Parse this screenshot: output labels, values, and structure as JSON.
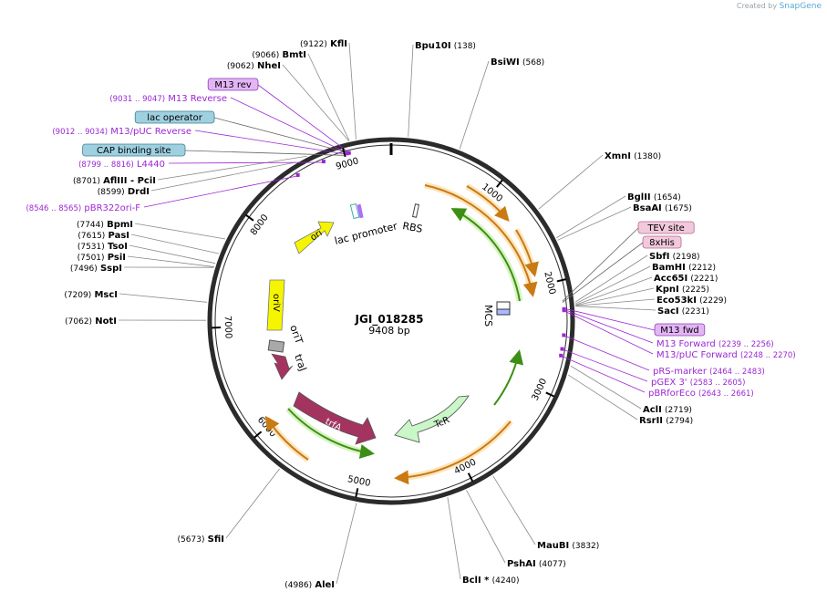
{
  "credit": {
    "prefix": "Created by",
    "brand": "SnapGene"
  },
  "plasmid": {
    "name": "JGI_018285",
    "size_label": "9408 bp",
    "total_bp": 9408
  },
  "ticks": [
    {
      "bp": 1000,
      "label": "1000"
    },
    {
      "bp": 2000,
      "label": "2000"
    },
    {
      "bp": 3000,
      "label": "3000"
    },
    {
      "bp": 4000,
      "label": "4000"
    },
    {
      "bp": 5000,
      "label": "5000"
    },
    {
      "bp": 6000,
      "label": "6000"
    },
    {
      "bp": 7000,
      "label": "7000"
    },
    {
      "bp": 8000,
      "label": "8000"
    },
    {
      "bp": 9000,
      "label": "9000"
    }
  ],
  "enzymes": [
    {
      "name": "KflI",
      "pos": "(9122)",
      "bp": 9122
    },
    {
      "name": "BmtI",
      "pos": "(9066)",
      "bp": 9066
    },
    {
      "name": "NheI",
      "pos": "(9062)",
      "bp": 9062
    },
    {
      "name": "AflIII  - PciI",
      "pos": "(8701)",
      "bp": 8701
    },
    {
      "name": "DrdI",
      "pos": "(8599)",
      "bp": 8599
    },
    {
      "name": "BpmI",
      "pos": "(7744)",
      "bp": 7744
    },
    {
      "name": "PasI",
      "pos": "(7615)",
      "bp": 7615
    },
    {
      "name": "TsoI",
      "pos": "(7531)",
      "bp": 7531
    },
    {
      "name": "PsiI",
      "pos": "(7501)",
      "bp": 7501
    },
    {
      "name": "SspI",
      "pos": "(7496)",
      "bp": 7496
    },
    {
      "name": "MscI",
      "pos": "(7209)",
      "bp": 7209
    },
    {
      "name": "NotI",
      "pos": "(7062)",
      "bp": 7062
    },
    {
      "name": "SfiI",
      "pos": "(5673)",
      "bp": 5673
    },
    {
      "name": "AleI",
      "pos": "(4986)",
      "bp": 4986
    },
    {
      "name": "Bpu10I",
      "pos": "(138)",
      "bp": 138
    },
    {
      "name": "BsiWI",
      "pos": "(568)",
      "bp": 568
    },
    {
      "name": "XmnI",
      "pos": "(1380)",
      "bp": 1380
    },
    {
      "name": "BglII",
      "pos": "(1654)",
      "bp": 1654
    },
    {
      "name": "BsaAI",
      "pos": "(1675)",
      "bp": 1675
    },
    {
      "name": "SbfI",
      "pos": "(2198)",
      "bp": 2198
    },
    {
      "name": "BamHI",
      "pos": "(2212)",
      "bp": 2212
    },
    {
      "name": "Acc65I",
      "pos": "(2221)",
      "bp": 2221
    },
    {
      "name": "KpnI",
      "pos": "(2225)",
      "bp": 2225
    },
    {
      "name": "Eco53kI",
      "pos": "(2229)",
      "bp": 2229
    },
    {
      "name": "SacI",
      "pos": "(2231)",
      "bp": 2231
    },
    {
      "name": "AclI",
      "pos": "(2719)",
      "bp": 2719
    },
    {
      "name": "RsrII",
      "pos": "(2794)",
      "bp": 2794
    },
    {
      "name": "MauBI",
      "pos": "(3832)",
      "bp": 3832
    },
    {
      "name": "PshAI",
      "pos": "(4077)",
      "bp": 4077
    },
    {
      "name": "BclI *",
      "pos": "(4240)",
      "bp": 4240
    }
  ],
  "primers": [
    {
      "name": "M13 Reverse",
      "range": "(9031 .. 9047)",
      "bp": 9040
    },
    {
      "name": "M13/pUC Reverse",
      "range": "(9012 .. 9034)",
      "bp": 9023
    },
    {
      "name": "L4440",
      "range": "(8799 .. 8816)",
      "bp": 8808
    },
    {
      "name": "pBR322ori-F",
      "range": "(8546 .. 8565)",
      "bp": 8556
    },
    {
      "name": "M13 Forward",
      "range": "(2239 .. 2256)",
      "bp": 2248
    },
    {
      "name": "M13/pUC Forward",
      "range": "(2248 .. 2270)",
      "bp": 2259
    },
    {
      "name": "pRS-marker",
      "range": "(2464 .. 2483)",
      "bp": 2474
    },
    {
      "name": "pGEX 3'",
      "range": "(2583 .. 2605)",
      "bp": 2594
    },
    {
      "name": "pBRforEco",
      "range": "(2643 .. 2661)",
      "bp": 2652
    }
  ],
  "boxed_features": [
    {
      "name": "M13 rev",
      "kind": "primer",
      "bp": 9050
    },
    {
      "name": "lac operator",
      "kind": "regulatory",
      "bp": 9055
    },
    {
      "name": "CAP binding site",
      "kind": "regulatory",
      "bp": 8990
    },
    {
      "name": "TEV site",
      "kind": "tag",
      "bp": 2180
    },
    {
      "name": "8xHis",
      "kind": "tag",
      "bp": 2190
    },
    {
      "name": "M13 fwd",
      "kind": "primer",
      "bp": 2240
    }
  ],
  "inner_labels": {
    "ori": "ori",
    "lac_promoter": "lac promoter",
    "rbs": "RBS",
    "mcs": "MCS",
    "oriv": "oriV",
    "orit": "oriT",
    "traj": "traJ",
    "trfa": "trfA",
    "tcr": "TcR"
  },
  "colors": {
    "enzyme_text": "#000000",
    "primer_text": "#9b27d3",
    "leader_line": "#8a8a8a",
    "ring": "#2b2b2b",
    "ori": "#f5f500",
    "trfa": "#a3345f",
    "tcr": "#c9f7c8",
    "orf_orange": "#c97a12",
    "orf_green": "#3c8f14",
    "orf_halo": "#fde5bd",
    "green_halo": "#d7f3c0",
    "tag_box": "#f2c9dc",
    "reg_box": "#9fd0e0",
    "primer_box": "#e3b5f5"
  }
}
